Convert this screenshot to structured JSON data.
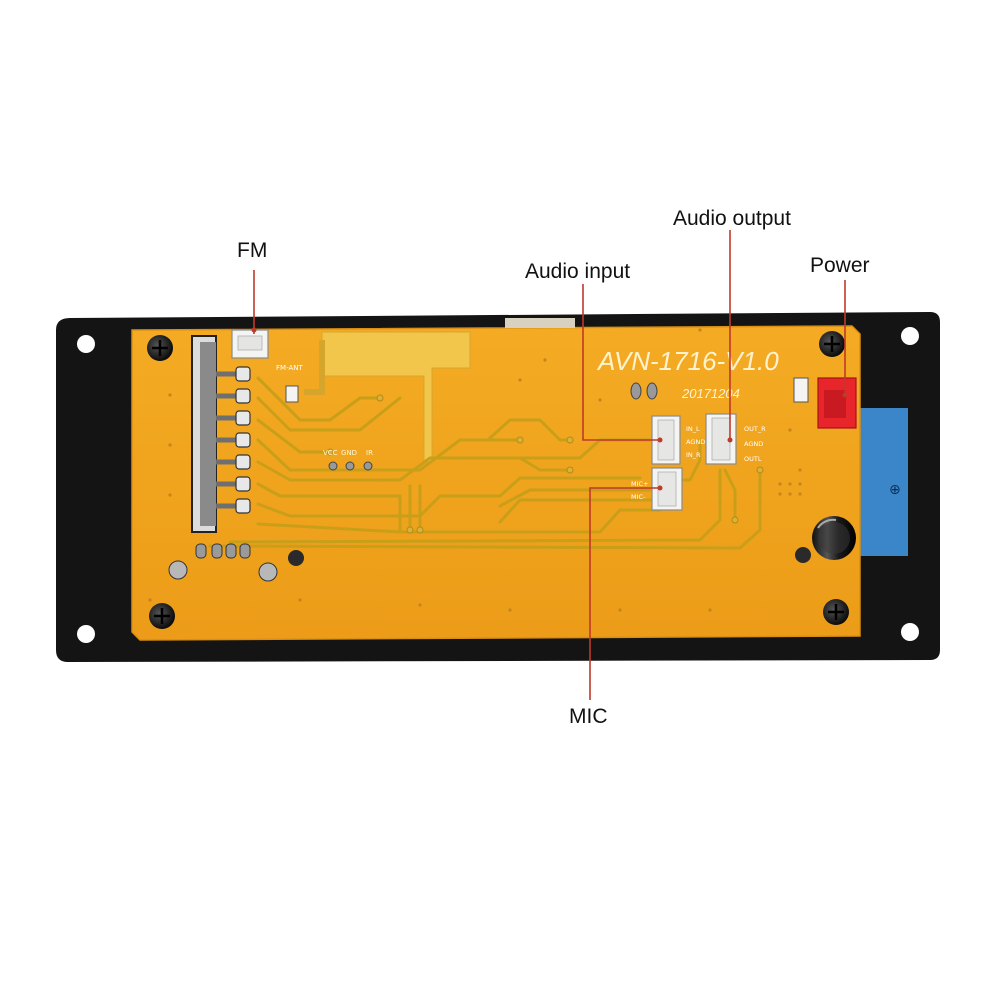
{
  "callouts": {
    "fm": "FM",
    "audio_input": "Audio input",
    "audio_output": "Audio output",
    "power": "Power",
    "mic": "MIC"
  },
  "board": {
    "model": "AVN-1716-V1.0",
    "date": "20171204",
    "fm_ant": "FM-ANT",
    "vcc": "VCC",
    "gnd": "GND",
    "ir": "IR",
    "in_l": "IN_L",
    "agnd_in": "AGND",
    "in_r": "IN_R",
    "mic_plus": "MIC+",
    "mic_minus": "MIC-",
    "out_r": "OUT_R",
    "agnd_out": "AGND",
    "out_l": "OUTL",
    "polarity": "⊕"
  },
  "colors": {
    "frame": "#141414",
    "pcb": "#f2a51e",
    "trace": "#c9a018",
    "connector": "#f4f4f2",
    "power_connector": "#e8252a",
    "blue_cable": "#3a86c8",
    "callout_line": "#c0392b"
  }
}
